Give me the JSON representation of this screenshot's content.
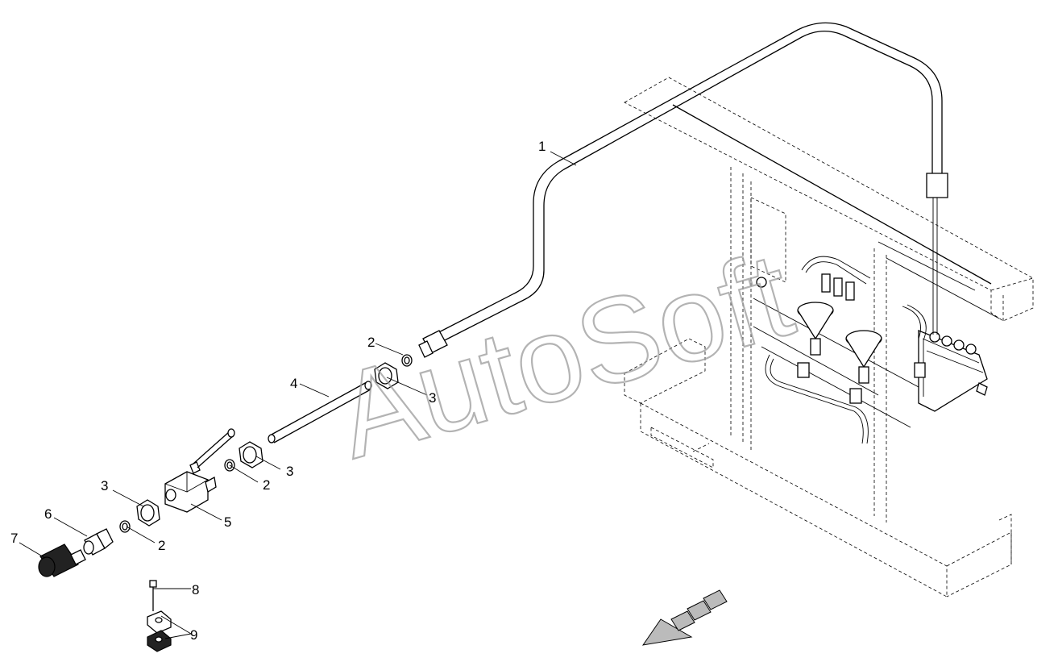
{
  "watermark": "AutoSoft",
  "callouts": [
    {
      "label": "1"
    },
    {
      "label": "2"
    },
    {
      "label": "3"
    },
    {
      "label": "4"
    },
    {
      "label": "3"
    },
    {
      "label": "2"
    },
    {
      "label": "3"
    },
    {
      "label": "5"
    },
    {
      "label": "6"
    },
    {
      "label": "2"
    },
    {
      "label": "7"
    },
    {
      "label": "8"
    },
    {
      "label": "9"
    }
  ]
}
